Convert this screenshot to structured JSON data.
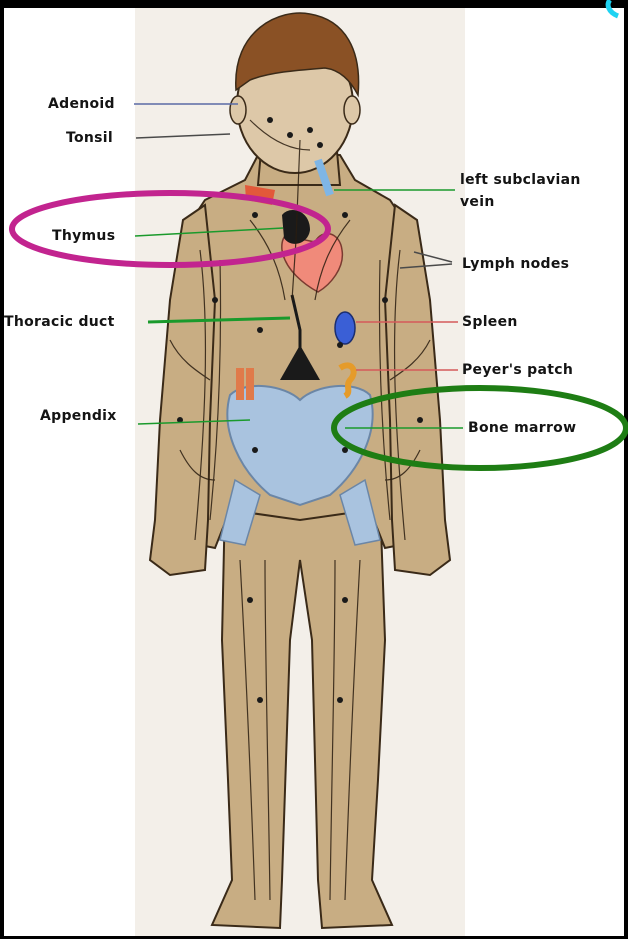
{
  "labels": {
    "adenoid": "Adenoid",
    "tonsil": "Tonsil",
    "left_subclavian_vein_1": "left subclavian",
    "left_subclavian_vein_2": "vein",
    "thymus": "Thymus",
    "lymph_nodes": "Lymph nodes",
    "thoracic_duct": "Thoracic duct",
    "spleen": "Spleen",
    "peyers_patch": "Peyer's patch",
    "appendix": "Appendix",
    "bone_marrow": "Bone marrow"
  },
  "colors": {
    "skin": "#c8ad83",
    "leader_green": "#1a9a2c",
    "thymus_ring": "#c2248f",
    "bone_marrow_ring": "#1e7d14",
    "bone": "#a9c3df",
    "hair": "#8a5125",
    "cyan_mark": "#1fd3f2"
  }
}
